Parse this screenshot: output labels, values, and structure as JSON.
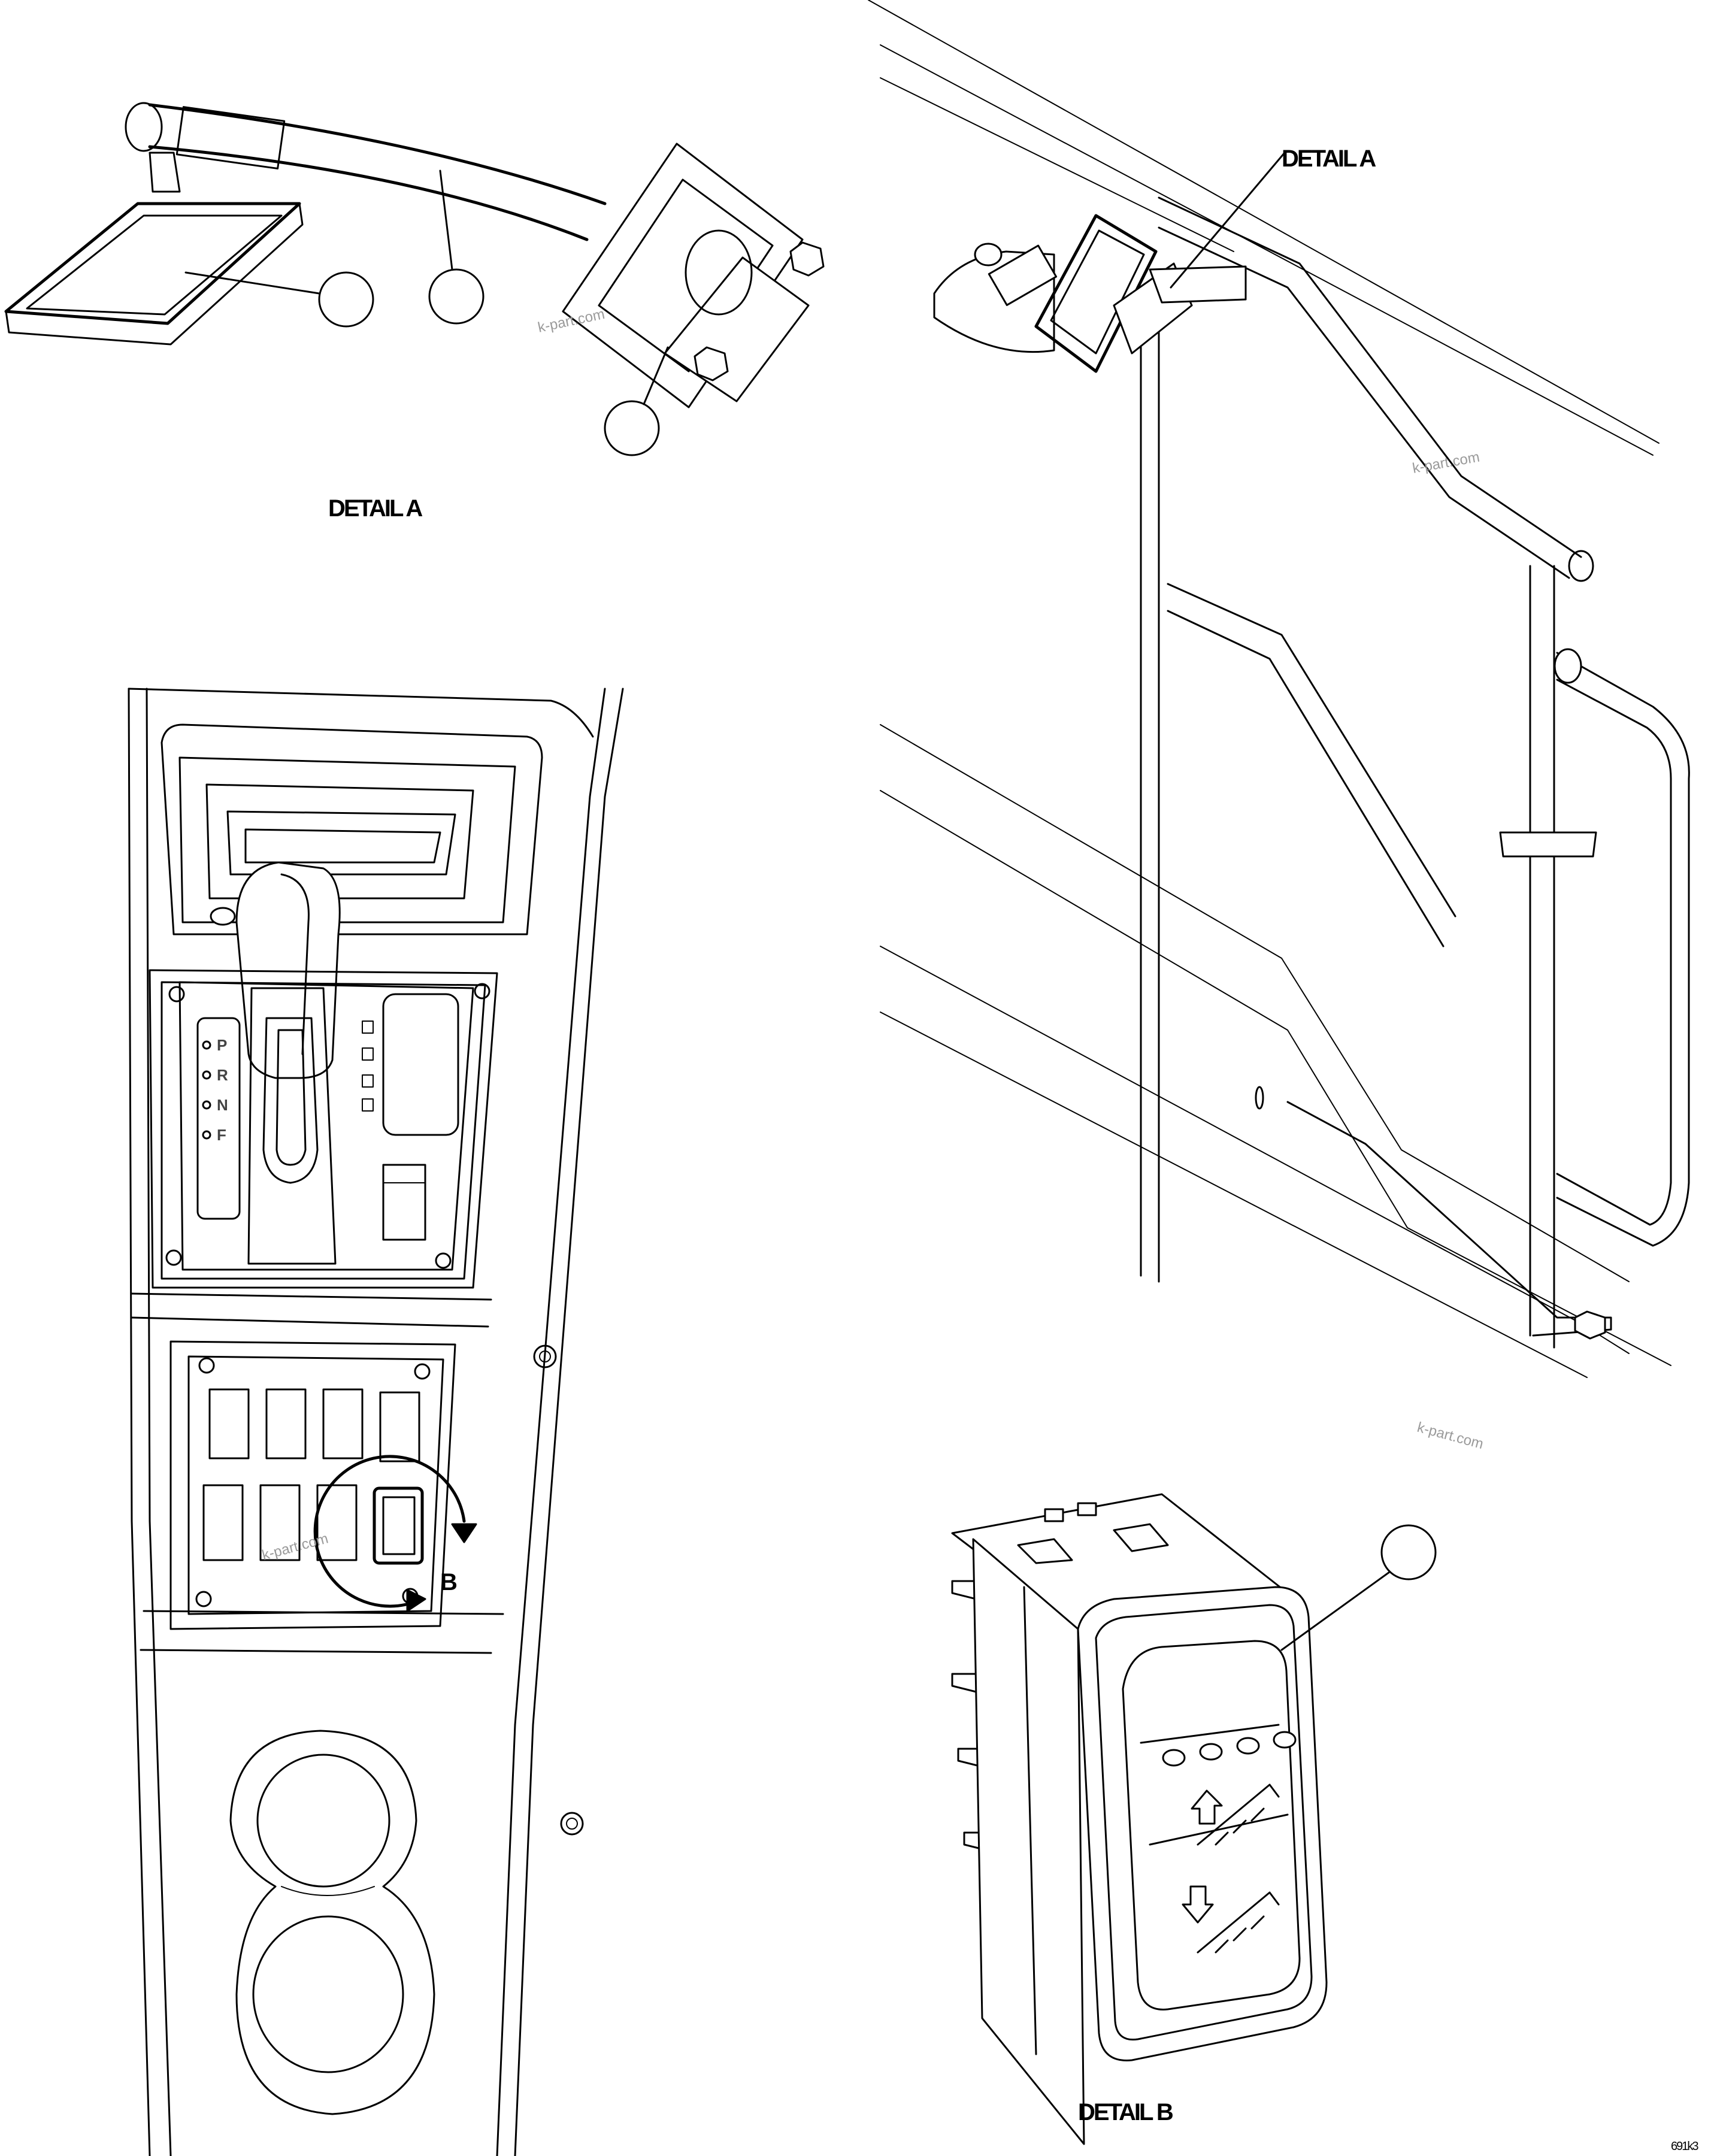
{
  "labels": {
    "detail_a_top": "DETAIL A",
    "detail_a_callout": "DETAIL A",
    "detail_b_callout": "B",
    "detail_b_title": "DETAIL B",
    "figure_code": "691k3"
  },
  "gear_positions": [
    "P",
    "R",
    "N",
    "F"
  ],
  "watermark": "k-part.com",
  "colors": {
    "line": "#000000",
    "background": "#ffffff",
    "watermark": "#9a9a9a"
  }
}
